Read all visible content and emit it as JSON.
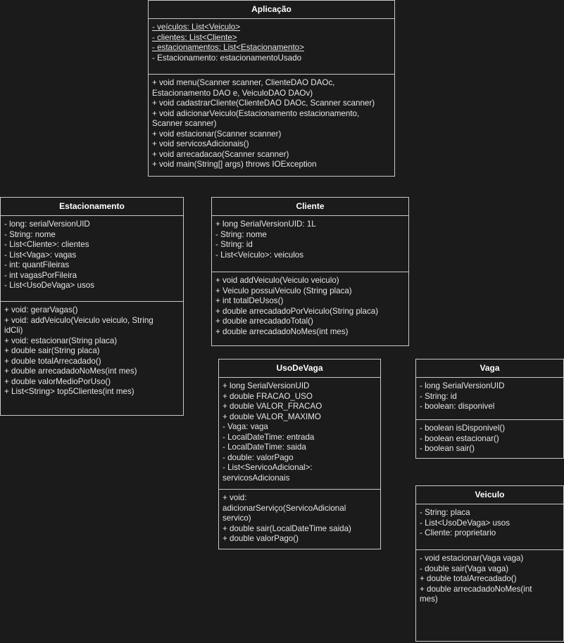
{
  "classes": {
    "aplicacao": {
      "name": "Aplicação",
      "attributes": [
        {
          "text": "- veículos: List<Veiculo>",
          "static": true
        },
        {
          "text": "- clientes: List<Cliente>",
          "static": true
        },
        {
          "text": "- estacionamentos: List<Estacionamento>",
          "static": true
        },
        {
          "text": "- Estacionamento: estacionamentoUsado",
          "static": false
        }
      ],
      "methods": [
        "+ void menu(Scanner scanner, ClienteDAO DAOc,\nEstacionamento DAO e, VeiculoDAO DAOv)",
        "+ void cadastrarCliente(ClienteDAO DAOc, Scanner scanner)",
        "+ void adicionarVeiculo(Estacionamento estacionamento,\nScanner scanner)",
        "+ void estacionar(Scanner scanner)",
        "+ void servicosAdicionais()",
        "+ void arrecadacao(Scanner scanner)",
        "+ void main(String[] args) throws IOException"
      ]
    },
    "estacionamento": {
      "name": "Estacionamento",
      "attributes": [
        {
          "text": "- long: serialVersionUID",
          "static": false
        },
        {
          "text": "- String: nome",
          "static": false
        },
        {
          "text": "- List<Cliente>: clientes",
          "static": false
        },
        {
          "text": "- List<Vaga>: vagas",
          "static": false
        },
        {
          "text": "- int: quantFileiras",
          "static": false
        },
        {
          "text": "- int vagasPorFileira",
          "static": false
        },
        {
          "text": "- List<UsoDeVaga> usos",
          "static": false
        }
      ],
      "methods": [
        "+ void: gerarVagas()",
        "+ void: addVeiculo(Veiculo veiculo, String\nidCli)",
        "+ void: estacionar(String placa)",
        "+ double sair(String placa)",
        "+ double totalArrecadado()",
        "+ double arrecadadoNoMes(int mes)",
        "+ double valorMedioPorUso()",
        "+ List<String> top5Clientes(int mes)"
      ]
    },
    "cliente": {
      "name": "Cliente",
      "attributes": [
        {
          "text": "+ long SerialVersionUID: 1L",
          "static": false
        },
        {
          "text": "- String: nome",
          "static": false
        },
        {
          "text": "- String: id",
          "static": false
        },
        {
          "text": "- List<Veículo>: veiculos",
          "static": false
        }
      ],
      "methods": [
        "+ void addVeiculo(Veiculo veiculo)",
        "+ Veiculo possuiVeiculo (String placa)",
        "+ int totalDeUsos()",
        "+ double arrecadadoPorVeiculo(String placa)",
        "+ double arrecadadoTotal()",
        "+ double arrecadadoNoMes(int mes)"
      ]
    },
    "usodevaga": {
      "name": "UsoDeVaga",
      "attributes": [
        {
          "text": "+ long SerialVersionUID",
          "static": false
        },
        {
          "text": "+ double FRACAO_USO",
          "static": false
        },
        {
          "text": "+ double VALOR_FRACAO",
          "static": false
        },
        {
          "text": "+ double VALOR_MAXIMO",
          "static": false
        },
        {
          "text": "- Vaga: vaga",
          "static": false
        },
        {
          "text": "- LocalDateTime: entrada",
          "static": false
        },
        {
          "text": "- LocalDateTime: saida",
          "static": false
        },
        {
          "text": "- double: valorPago",
          "static": false
        },
        {
          "text": "- List<ServicoAdicional>:\nservicosAdicionais",
          "static": false
        }
      ],
      "methods": [
        "+ void:\nadicionarServiço(ServicoAdicional\nservico)",
        "+ double sair(LocalDateTime saida)",
        "+ double valorPago()"
      ]
    },
    "vaga": {
      "name": "Vaga",
      "attributes": [
        {
          "text": "- long SerialVersionUID",
          "static": false
        },
        {
          "text": "- String: id",
          "static": false
        },
        {
          "text": "- boolean: disponivel",
          "static": false
        }
      ],
      "methods": [
        "- boolean isDisponivel()",
        "- boolean estacionar()",
        "- boolean sair()"
      ]
    },
    "veiculo": {
      "name": "Veiculo",
      "attributes": [
        {
          "text": "- String: placa",
          "static": false
        },
        {
          "text": "- List<UsoDeVaga> usos",
          "static": false
        },
        {
          "text": "- Cliente: proprietario",
          "static": false
        }
      ],
      "methods": [
        "- void estacionar(Vaga vaga)",
        "- double sair(Vaga vaga)",
        "+ double totalArrecadado()",
        "+ double arrecadadoNoMes(int\nmes)"
      ]
    }
  }
}
